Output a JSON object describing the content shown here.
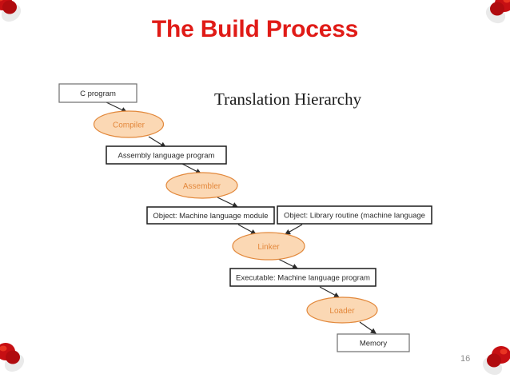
{
  "slide": {
    "title": "The Build Process",
    "title_color": "#e01b17",
    "page_number": "16",
    "background": "#ffffff"
  },
  "diagram": {
    "heading": "Translation Hierarchy",
    "colors": {
      "ellipse_fill": "#fbd8b4",
      "ellipse_stroke": "#e2883b",
      "ellipse_text": "#e3883c",
      "box_stroke_dark": "#1c1c1c",
      "box_stroke_gray": "#6f6f6f",
      "box_text": "#2b2b2b",
      "arrow": "#2b2b2b"
    },
    "nodes": [
      {
        "id": "c-program",
        "shape": "box",
        "label": "C program"
      },
      {
        "id": "compiler",
        "shape": "ellipse",
        "label": "Compiler"
      },
      {
        "id": "assembly-program",
        "shape": "box",
        "label": "Assembly language program"
      },
      {
        "id": "assembler",
        "shape": "ellipse",
        "label": "Assembler"
      },
      {
        "id": "object-module",
        "shape": "box",
        "label": "Object: Machine language module"
      },
      {
        "id": "object-library",
        "shape": "box",
        "label": "Object: Library routine (machine language"
      },
      {
        "id": "linker",
        "shape": "ellipse",
        "label": "Linker"
      },
      {
        "id": "executable",
        "shape": "box",
        "label": "Executable: Machine language program"
      },
      {
        "id": "loader",
        "shape": "ellipse",
        "label": "Loader"
      },
      {
        "id": "memory",
        "shape": "box",
        "label": "Memory"
      }
    ],
    "edges": [
      {
        "from": "c-program",
        "to": "compiler"
      },
      {
        "from": "compiler",
        "to": "assembly-program"
      },
      {
        "from": "assembly-program",
        "to": "assembler"
      },
      {
        "from": "assembler",
        "to": "object-module"
      },
      {
        "from": "object-module",
        "to": "linker"
      },
      {
        "from": "object-library",
        "to": "linker"
      },
      {
        "from": "linker",
        "to": "executable"
      },
      {
        "from": "executable",
        "to": "loader"
      },
      {
        "from": "loader",
        "to": "memory"
      }
    ]
  },
  "decorations": {
    "pin_color": "#c60f13",
    "pin_highlight": "#ef3b25",
    "pins": [
      "top-left",
      "top-right",
      "bottom-left",
      "bottom-right"
    ]
  }
}
